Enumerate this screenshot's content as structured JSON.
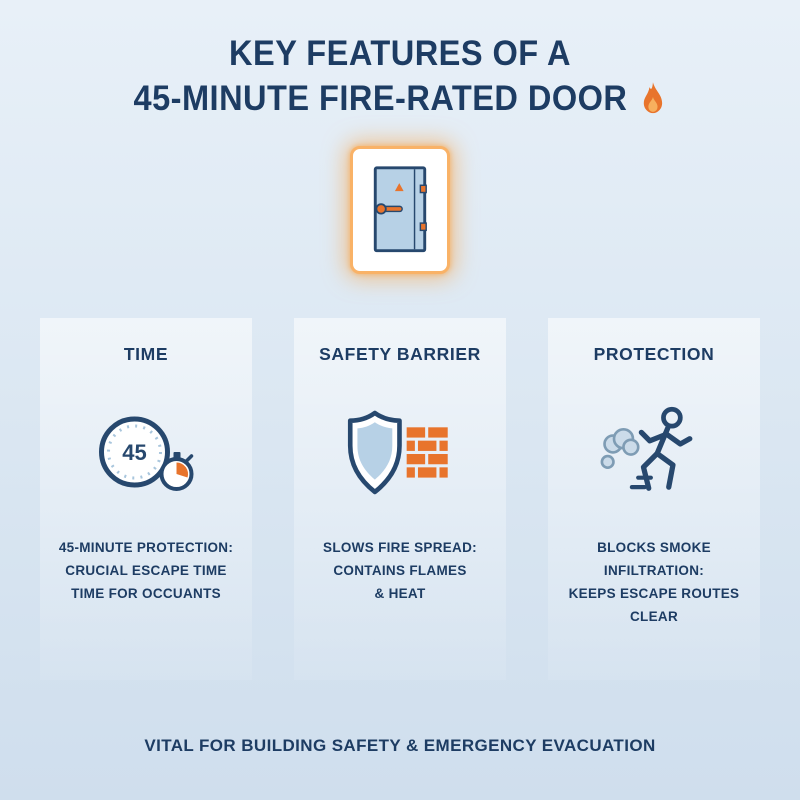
{
  "title": {
    "line1": "KEY FEATURES OF A",
    "line2": "45-MINUTE FIRE-RATED DOOR"
  },
  "columns": [
    {
      "heading": "TIME",
      "icon": "stopwatch-45-icon",
      "clock_value": "45",
      "description": "45-MINUTE PROTECTION:\nCRUCIAL ESCAPE TIME\nTIME FOR OCCUANTS"
    },
    {
      "heading": "SAFETY BARRIER",
      "icon": "shield-brick-wall-icon",
      "description": "SLOWS FIRE SPREAD:\nCONTAINS FLAMES\n& HEAT"
    },
    {
      "heading": "PROTECTION",
      "icon": "running-person-smoke-icon",
      "description": "BLOCKS SMOKE\nINFILTRATION:\nKEEPS ESCAPE ROUTES CLEAR"
    }
  ],
  "footer": "VITAL FOR BUILDING SAFETY & EMERGENCY EVACUATION",
  "colors": {
    "navy": "#1d3c63",
    "orange": "#e8742c",
    "light_blue": "#b7d1e6",
    "smoke_blue": "#7e9cb4",
    "background_top": "#e8f0f8",
    "background_bottom": "#cfdeed",
    "door_glow": "#f9b267"
  }
}
